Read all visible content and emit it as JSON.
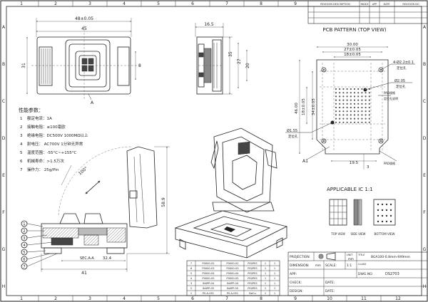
{
  "border": {
    "top_numbers": [
      "1",
      "2",
      "3",
      "4",
      "5",
      "6",
      "7",
      "8",
      "9",
      "10",
      "11",
      "12"
    ],
    "bottom_numbers": [
      "1",
      "2",
      "3",
      "4",
      "5",
      "6",
      "7",
      "8",
      "9",
      "10",
      "11",
      "12"
    ],
    "side_letters": [
      "A",
      "B",
      "C",
      "D",
      "E",
      "F",
      "G",
      "H"
    ]
  },
  "revision_table": {
    "headers": [
      "REVISION DESCRIPTION",
      "INDEX",
      "APP",
      "DATE",
      "REVISION NO"
    ]
  },
  "front_view": {
    "dim_total": "48±0.05",
    "dim_body": "45",
    "dim_height": "31",
    "dim_small": "8",
    "section_mark": "A"
  },
  "side_view": {
    "dim_width": "16.5",
    "dim_h1": "35",
    "dim_h2": "27",
    "dim_h3": "20"
  },
  "pcb_pattern": {
    "title": "PCB PATTERN (TOP VIEW)",
    "dim_total_w": "30.00",
    "dim_mid_w": "27±0.05",
    "dim_inner_w": "18±0.05",
    "dim_total_h": "46.00",
    "dim_inner_h": "18±0.05",
    "dim_mid_h": "34±0.05",
    "dim_bottom": "19.5",
    "dim_bottom_h": "3",
    "hole_note_1": "4-Ø2.2±0.1",
    "hole_note_1_sub": "定位孔",
    "hole_note_2": "Ø2.05",
    "hole_note_2_sub": "定位孔",
    "hole_note_3": "Ø1.55",
    "hole_note_3_sub": "定位孔",
    "pad_note": "PAD规格",
    "pad_note_2": "定位孔说明",
    "pin_label": "A1"
  },
  "specs": {
    "title": "性能参数：",
    "items": [
      {
        "num": "1",
        "text": "额定电流：1A"
      },
      {
        "num": "2",
        "text": "接触电阻：≤100毫欧"
      },
      {
        "num": "3",
        "text": "绝缘电阻：DC500V 1000MΩ以上"
      },
      {
        "num": "4",
        "text": "耐电压：  AC700V 1分钟无异常"
      },
      {
        "num": "5",
        "text": "温度范围：-55°C~+155°C"
      },
      {
        "num": "6",
        "text": "机械寿命：>1.5万次"
      },
      {
        "num": "7",
        "text": "操作力：  25g/Pin"
      }
    ]
  },
  "open_view": {
    "angle": "100°",
    "dim_height": "58.9",
    "dim_w1": "32.4",
    "dim_w2": "41",
    "sec_label": "SEC.A-A",
    "balloons": [
      "1",
      "2",
      "3",
      "4",
      "5",
      "6",
      "7"
    ]
  },
  "applicable_ic": {
    "title": "APPLICABLE IC 1:1",
    "view_labels": [
      "TOP VIEW",
      "SIDE VIEW",
      "BOTTOM VIEW"
    ]
  },
  "bom": {
    "rows": [
      {
        "num": "7",
        "code": "P0000-02",
        "part": "P0000-02",
        "qty": "1",
        "mat": "PEI/PES",
        "note": "1"
      },
      {
        "num": "6",
        "code": "P0000-03",
        "part": "P0000-03",
        "qty": "1",
        "mat": "PEI/PES",
        "note": "1"
      },
      {
        "num": "5",
        "code": "P0000-04",
        "part": "P0000-04",
        "qty": "1",
        "mat": "PEI/PES",
        "note": "1"
      },
      {
        "num": "4",
        "code": "P0000-05",
        "part": "P0000-05",
        "qty": "1",
        "mat": "PEI/PES",
        "note": "1"
      },
      {
        "num": "3",
        "code": "IN4PP-04",
        "part": "IN4PP-04",
        "qty": "1",
        "mat": "PEI/PES",
        "note": "1"
      },
      {
        "num": "2",
        "code": "IN4PP-05",
        "part": "IN4PP-05",
        "qty": "1",
        "mat": "PEI/PES",
        "note": "1"
      },
      {
        "num": "1",
        "code": "PS-A-051",
        "part": "PS-A-051",
        "qty": "1",
        "mat": "BeCu",
        "note": "1"
      }
    ]
  },
  "title_block": {
    "projection": "PROJECTION",
    "unit": "UNIT",
    "unit_value": "mm",
    "title": "TITLE",
    "title_value": "BGA100-0.8mm-9X9mm",
    "dimension": "DIMENSION:",
    "dimension_value": "mm",
    "scale": "SCALE:",
    "scale_value": "1:1",
    "dwg_no": "DWG.NO",
    "dwg_value": "DS2703",
    "app": "APP:",
    "check": "CHECK:",
    "design": "DESIGN:",
    "date": "DATE:",
    "class": "CLASS"
  }
}
